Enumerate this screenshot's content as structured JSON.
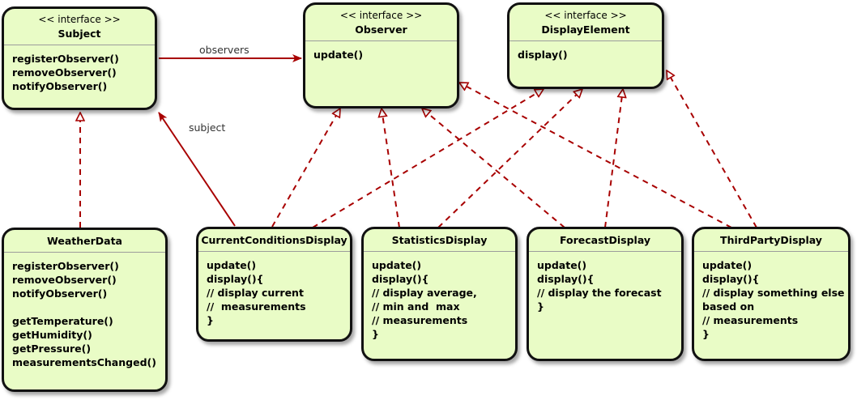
{
  "edge_labels": {
    "observers": "observers",
    "subject": "subject"
  },
  "boxes": {
    "subject": {
      "stereotype": "<< interface >>",
      "name": "Subject",
      "lines": [
        "registerObserver()",
        "removeObserver()",
        "notifyObserver()"
      ]
    },
    "observer": {
      "stereotype": "<< interface >>",
      "name": "Observer",
      "lines": [
        "update()"
      ]
    },
    "display_element": {
      "stereotype": "<< interface >>",
      "name": "DisplayElement",
      "lines": [
        "display()"
      ]
    },
    "weather_data": {
      "name": "WeatherData",
      "lines": [
        "registerObserver()",
        "removeObserver()",
        "notifyObserver()",
        "",
        "getTemperature()",
        "getHumidity()",
        "getPressure()",
        "measurementsChanged()"
      ]
    },
    "current_conditions": {
      "name": "CurrentConditionsDisplay",
      "lines": [
        "update()",
        "display(){",
        "// display current",
        "//  measurements",
        "}"
      ]
    },
    "statistics": {
      "name": "StatisticsDisplay",
      "lines": [
        "update()",
        "display(){",
        "// display average,",
        "// min and  max",
        "// measurements",
        "}"
      ]
    },
    "forecast": {
      "name": "ForecastDisplay",
      "lines": [
        "update()",
        "display(){",
        "// display the forecast",
        "}"
      ]
    },
    "third_party": {
      "name": "ThirdPartyDisplay",
      "lines": [
        "update()",
        "display(){",
        "// display something else",
        "based on",
        "// measurements",
        "}"
      ]
    }
  },
  "colors": {
    "box_fill": "#e9fcc6",
    "edge": "#a80000",
    "border": "#111111"
  }
}
